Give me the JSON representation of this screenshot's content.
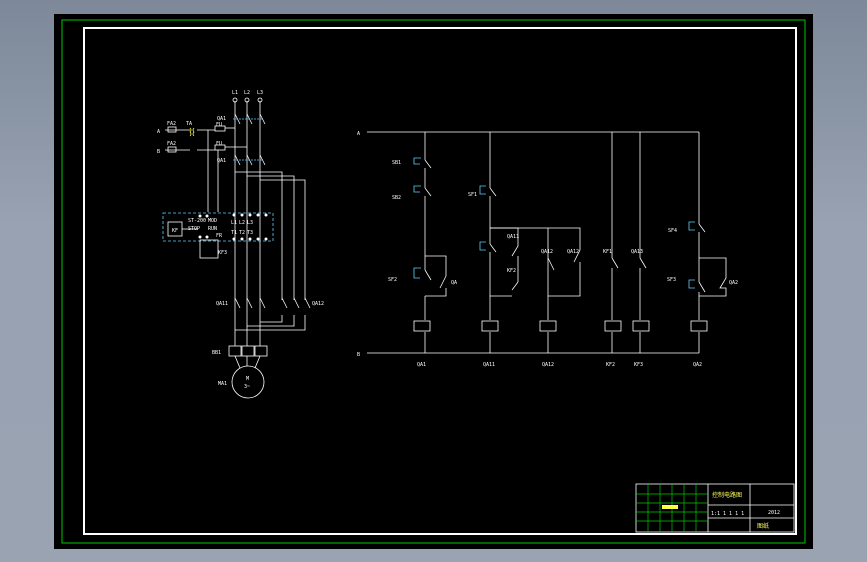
{
  "colors": {
    "paper": "#000000",
    "frame_green": "#00c800",
    "frame_white": "#ffffff",
    "wire": "#ffffff",
    "cyan": "#5fd0ff",
    "yellow": "#ffff44"
  },
  "power_circuit": {
    "phases": [
      "L1",
      "L2",
      "L3"
    ],
    "inputs": [
      "A",
      "B"
    ],
    "fuses": [
      "FA2",
      "FA2"
    ],
    "transformer_label": "TA",
    "breaker_top": "QA1",
    "breaker_second": "QA1",
    "fu_labels": [
      "FU",
      "FU"
    ],
    "relay_left": "KF",
    "relay_small": "KF3",
    "controller_labels": [
      "ST-200",
      "STOP",
      "RUN",
      "MOD",
      "FR"
    ],
    "terminal_labels": [
      "L1",
      "L2",
      "L3",
      "T1",
      "T2",
      "T3"
    ],
    "contactor_left": "QA11",
    "contactor_right": "QA12",
    "thermal": "BB1",
    "motor_label": "MA1",
    "motor_text": [
      "M",
      "3~"
    ]
  },
  "control_circuit": {
    "rail_top": "A",
    "rail_bottom": "B",
    "switches": [
      "SB1",
      "SB2",
      "SF1",
      "SF2",
      "SF3",
      "SF4"
    ],
    "contacts": [
      "QA11",
      "KF2",
      "QA12",
      "QA12",
      "KF1",
      "QA13",
      "QA",
      "QA2"
    ],
    "coils": [
      "QA1",
      "QA11",
      "QA12",
      "KF2",
      "KF3",
      "QA2"
    ]
  },
  "title_block": {
    "title": "控制电路图",
    "drawing_no": "2012",
    "scale": "1:1 1 1 1 1",
    "note": "图纸"
  }
}
